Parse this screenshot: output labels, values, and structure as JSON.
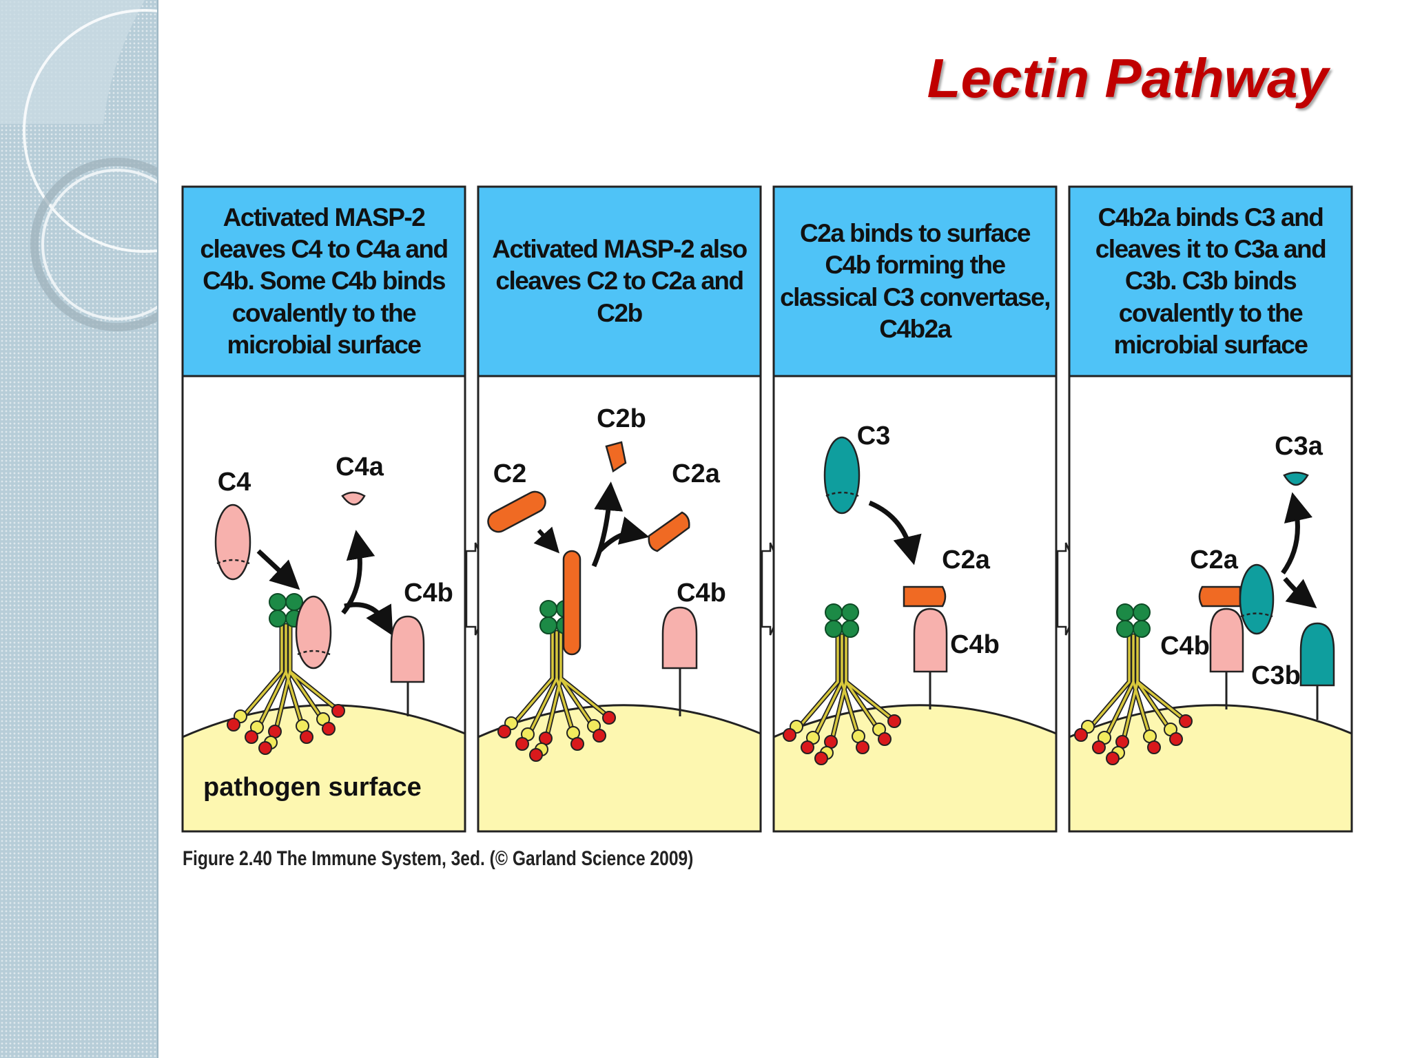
{
  "slide": {
    "title": "Lectin Pathway",
    "caption": "Figure 2.40  The Immune System, 3ed. (© Garland Science 2009)"
  },
  "panels": [
    {
      "header": "Activated MASP-2 cleaves C4 to C4a and C4b. Some C4b binds covalently to the microbial surface",
      "labels": {
        "c4": "C4",
        "c4a": "C4a",
        "c4b": "C4b",
        "surface": "pathogen surface"
      }
    },
    {
      "header": "Activated MASP-2 also cleaves C2 to C2a and C2b",
      "labels": {
        "c2": "C2",
        "c2b": "C2b",
        "c2a": "C2a",
        "c4b": "C4b"
      }
    },
    {
      "header": "C2a binds to surface C4b forming the classical C3 convertase, C4b2a",
      "labels": {
        "c3": "C3",
        "c2a": "C2a",
        "c4b": "C4b"
      }
    },
    {
      "header": "C4b2a binds C3 and cleaves it to C3a and C3b. C3b binds covalently to the microbial surface",
      "labels": {
        "c3a": "C3a",
        "c2a": "C2a",
        "c4b": "C4b",
        "c3b": "C3b"
      }
    }
  ],
  "colors": {
    "title": "#c00000",
    "header_bg": "#4fc3f7",
    "surface": "#fdf7b0",
    "c4": "#f7b1ad",
    "c2": "#f06a23",
    "c3": "#0f9e9e",
    "lectin_head": "#1c8a46",
    "stalk": "#d8c83c",
    "ligand_red": "#d9191c",
    "ligand_yellow": "#f2ea5e"
  }
}
